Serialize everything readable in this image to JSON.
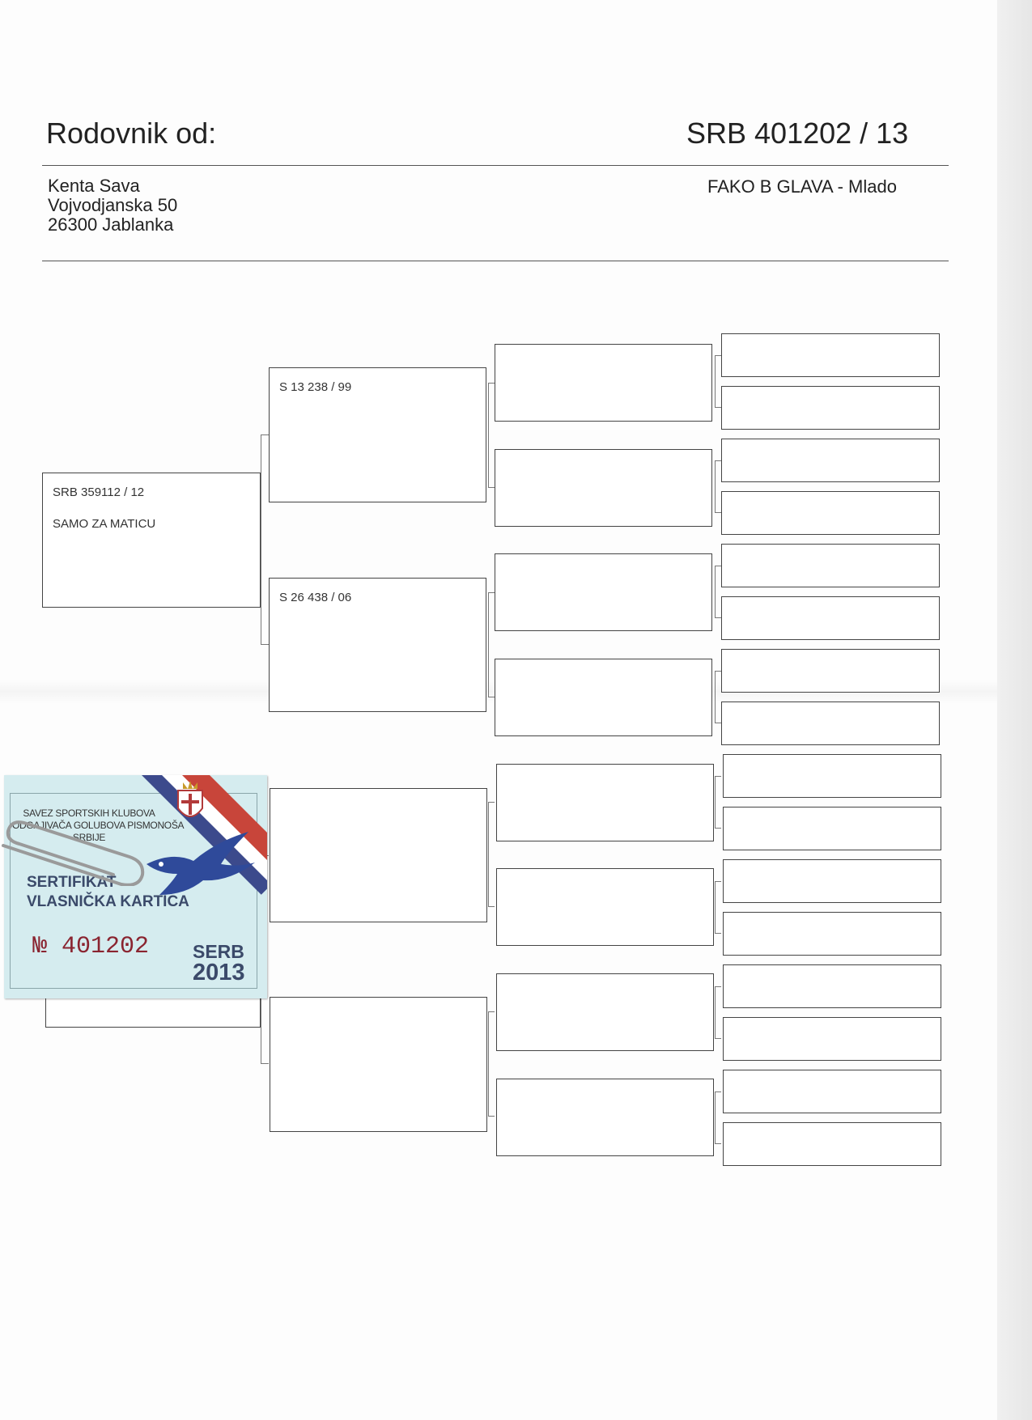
{
  "header": {
    "title": "Rodovnik od:",
    "ring_number": "SRB 401202 / 13",
    "owner": [
      "Kenta Sava",
      "Vojvodjanska 50",
      "26300 Jablanka"
    ],
    "pigeon_name": "FAKO B GLAVA - Mlado"
  },
  "pedigree": {
    "parent": {
      "ring": "SRB 359112 / 12",
      "note": "SAMO ZA MATICU"
    },
    "grandparents": [
      {
        "ring": "S 13 238 / 99"
      },
      {
        "ring": "S 26 438 / 06"
      }
    ]
  },
  "certificate": {
    "organization": [
      "SAVEZ SPORTSKIH KLUBOVA",
      "ODGAJIVAČA GOLUBOVA PISMONOŠA",
      "SRBIJE"
    ],
    "title_line1": "SERTIFIKAT",
    "title_line2": "VLASNIČKA KARTICA",
    "number_label": "№ 401202",
    "country": "SERB",
    "year": "2013",
    "colors": {
      "red": "#c8453a",
      "blue": "#3c4a8c",
      "white": "#ffffff",
      "card": "#d5ecef"
    }
  }
}
